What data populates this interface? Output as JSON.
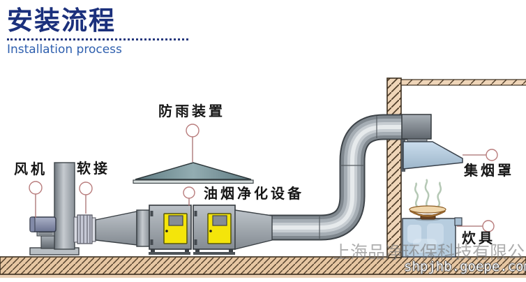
{
  "header": {
    "title": "安装流程",
    "subtitle": "Installation process"
  },
  "labels": {
    "fan": "风机",
    "soft_connection": "软接",
    "rain_cover": "防雨装置",
    "purifier": "油烟净化设备",
    "hood": "集烟罩",
    "cookware": "炊具"
  },
  "watermark": {
    "company": "上海品净环保科技有限公司",
    "website": "shpjhb.goepe.com"
  },
  "colors": {
    "title_navy": "#1b307c",
    "subtitle_blue": "#2e5fae",
    "door_yellow": "#f4e50a",
    "callout_salmon": "#b97d7d",
    "ground_tan": "#e6c6a2",
    "wall_tan": "#efd5b8",
    "roof_teal": "#7b969c",
    "hood_blue": "#b7cddf",
    "duct_gray": "#9aa1a8"
  }
}
